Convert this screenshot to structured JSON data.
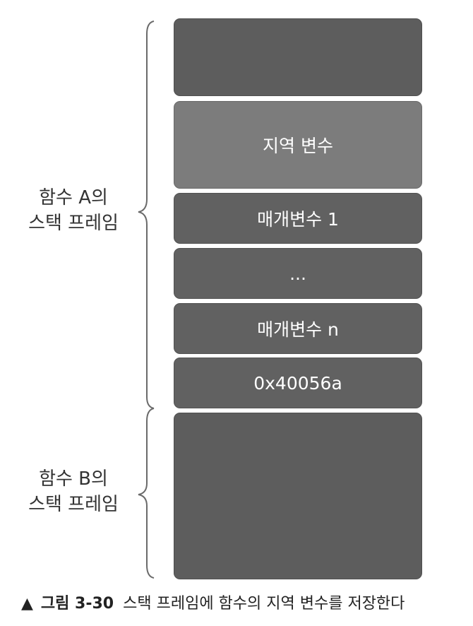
{
  "stack_blocks": [
    {
      "label": ""
    },
    {
      "label": "지역 변수"
    },
    {
      "label": "매개변수 1"
    },
    {
      "label": "..."
    },
    {
      "label": "매개변수 n"
    },
    {
      "label": "0x40056a"
    },
    {
      "label": ""
    }
  ],
  "frames": [
    {
      "line1": "함수 A의",
      "line2": "스택 프레임"
    },
    {
      "line1": "함수 B의",
      "line2": "스택 프레임"
    }
  ],
  "caption": {
    "figure_number": "그림 3-30",
    "text": "스택 프레임에 함수의 지역 변수를 저장한다"
  }
}
